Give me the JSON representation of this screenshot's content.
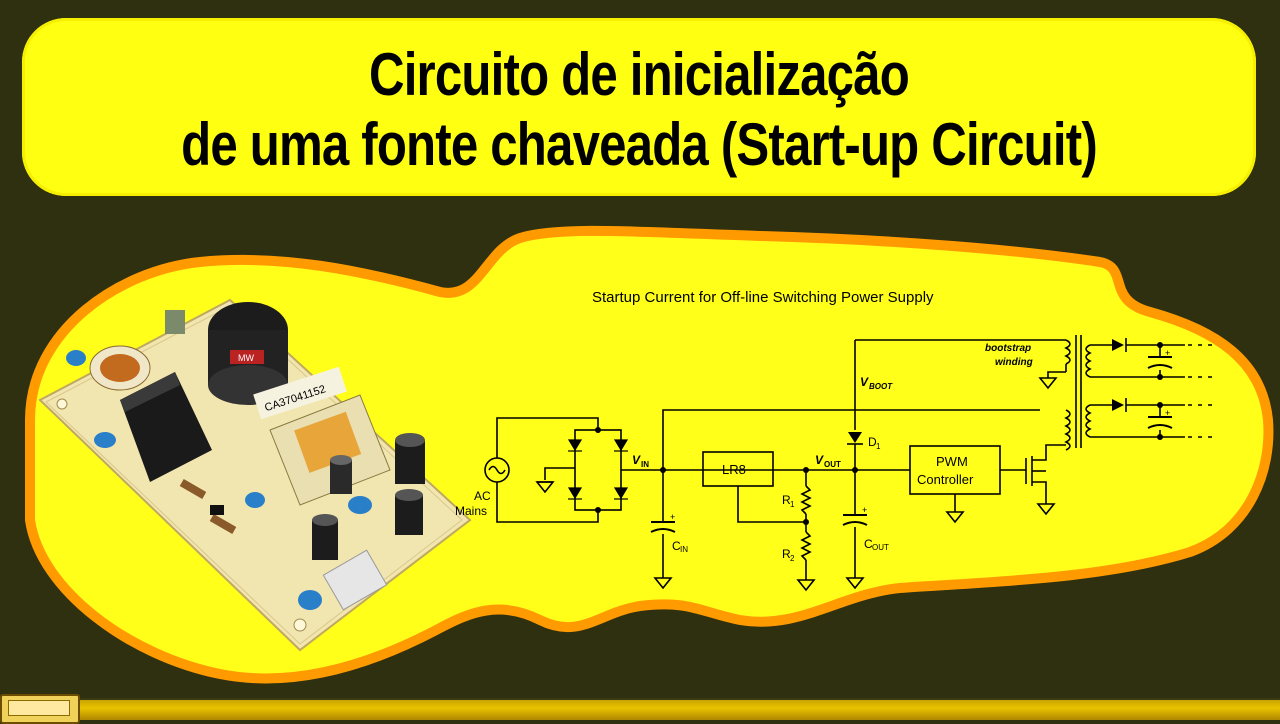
{
  "title": {
    "line1": "Circuito de inicialização",
    "line2": "de uma fonte chaveada (Start-up Circuit)"
  },
  "diagram": {
    "heading": "Startup Current for Off-line Switching Power Supply",
    "labels": {
      "ac_mains_1": "AC",
      "ac_mains_2": "Mains",
      "vin": "V",
      "vin_sub": "IN",
      "cin": "C",
      "cin_sub": "IN",
      "lr8": "LR8",
      "vout": "V",
      "vout_sub": "OUT",
      "r1": "R",
      "r1_sub": "1",
      "r2": "R",
      "r2_sub": "2",
      "cout": "C",
      "cout_sub": "OUT",
      "vboot": "V",
      "vboot_sub": "BOOT",
      "d1": "D",
      "d1_sub": "1",
      "pwm_1": "PWM",
      "pwm_2": "Controller",
      "bootstrap_1": "bootstrap",
      "bootstrap_2": "winding",
      "plus": "+"
    }
  },
  "board_photo": {
    "label_1": "CA37041152",
    "brand": "MW"
  },
  "colors": {
    "background": "#2f3010",
    "banner": "#ffff12",
    "blob_fill": "#ffff1a",
    "blob_border": "#ff9a00"
  }
}
